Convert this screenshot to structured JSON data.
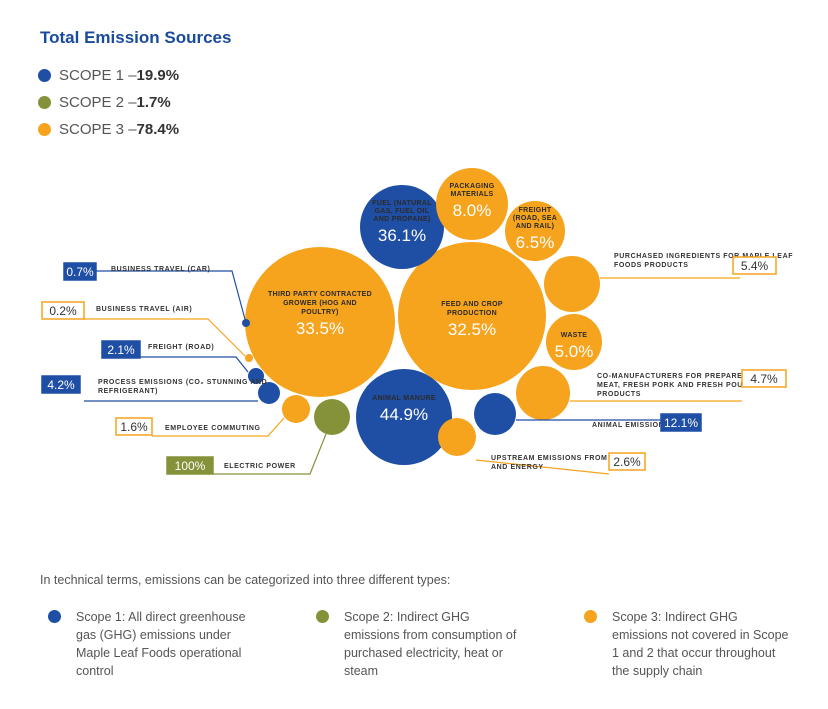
{
  "colors": {
    "scope1": "#1f4ea5",
    "scope2": "#86923a",
    "scope3": "#f6a31d",
    "title": "#1a4a9c"
  },
  "title": "Total Emission Sources",
  "legend": [
    {
      "label": "SCOPE 1 – ",
      "value": "19.9%",
      "scope": "scope1"
    },
    {
      "label": "SCOPE 2 – ",
      "value": "1.7%",
      "scope": "scope2"
    },
    {
      "label": "SCOPE 3 – ",
      "value": "78.4%",
      "scope": "scope3"
    }
  ],
  "chart_data": {
    "type": "bubble",
    "title": "Total Emission Sources",
    "series": [
      {
        "name": "SCOPE 1",
        "total": 19.9
      },
      {
        "name": "SCOPE 2",
        "total": 1.7
      },
      {
        "name": "SCOPE 3",
        "total": 78.4
      }
    ],
    "points": [
      {
        "label": "THIRD PARTY CONTRACTED GROWER (HOG AND POULTRY)",
        "value": "33.5%",
        "scope": "scope3"
      },
      {
        "label": "FEED AND CROP PRODUCTION",
        "value": "32.5%",
        "scope": "scope3"
      },
      {
        "label": "ANIMAL MANURE",
        "value": "44.9%",
        "scope": "scope1"
      },
      {
        "label": "FUEL (NATURAL GAS, FUEL OIL AND PROPANE)",
        "value": "36.1%",
        "scope": "scope1"
      },
      {
        "label": "PACKAGING MATERIALS",
        "value": "8.0%",
        "scope": "scope3"
      },
      {
        "label": "FREIGHT (ROAD, SEA AND RAIL)",
        "value": "6.5%",
        "scope": "scope3"
      },
      {
        "label": "PURCHASED INGREDIENTS FOR MAPLE LEAF FOODS PRODUCTS",
        "value": "5.4%",
        "scope": "scope3"
      },
      {
        "label": "WASTE",
        "value": "5.0%",
        "scope": "scope3"
      },
      {
        "label": "CO-MANUFACTURERS FOR PREPARED MEAT, FRESH PORK AND FRESH POULTRY PRODUCTS",
        "value": "4.7%",
        "scope": "scope3"
      },
      {
        "label": "ANIMAL EMISSIONS",
        "value": "12.1%",
        "scope": "scope1"
      },
      {
        "label": "UPSTREAM EMISSIONS FROM FUEL AND ENERGY",
        "value": "2.6%",
        "scope": "scope3"
      },
      {
        "label": "BUSINESS TRAVEL (CAR)",
        "value": "0.7%",
        "scope": "scope1"
      },
      {
        "label": "BUSINESS TRAVEL (AIR)",
        "value": "0.2%",
        "scope": "scope3"
      },
      {
        "label": "FREIGHT (ROAD)",
        "value": "2.1%",
        "scope": "scope1"
      },
      {
        "label": "PROCESS EMISSIONS (CO₂ STUNNING AND REFRIGERANT)",
        "value": "4.2%",
        "scope": "scope1"
      },
      {
        "label": "EMPLOYEE COMMUTING",
        "value": "1.6%",
        "scope": "scope3"
      },
      {
        "label": "ELECTRIC POWER",
        "value": "100%",
        "scope": "scope2"
      }
    ]
  },
  "intro": "In technical terms, emissions can be categorized into three different types:",
  "scopes": [
    {
      "text": "Scope 1: All direct greenhouse gas (GHG) emissions under Maple Leaf Foods operational control",
      "scope": "scope1"
    },
    {
      "text": "Scope 2: Indirect GHG emissions from consumption of purchased electricity, heat or steam",
      "scope": "scope2"
    },
    {
      "text": "Scope 3: Indirect GHG emissions not covered in Scope 1 and 2 that occur throughout the supply chain",
      "scope": "scope3"
    }
  ]
}
